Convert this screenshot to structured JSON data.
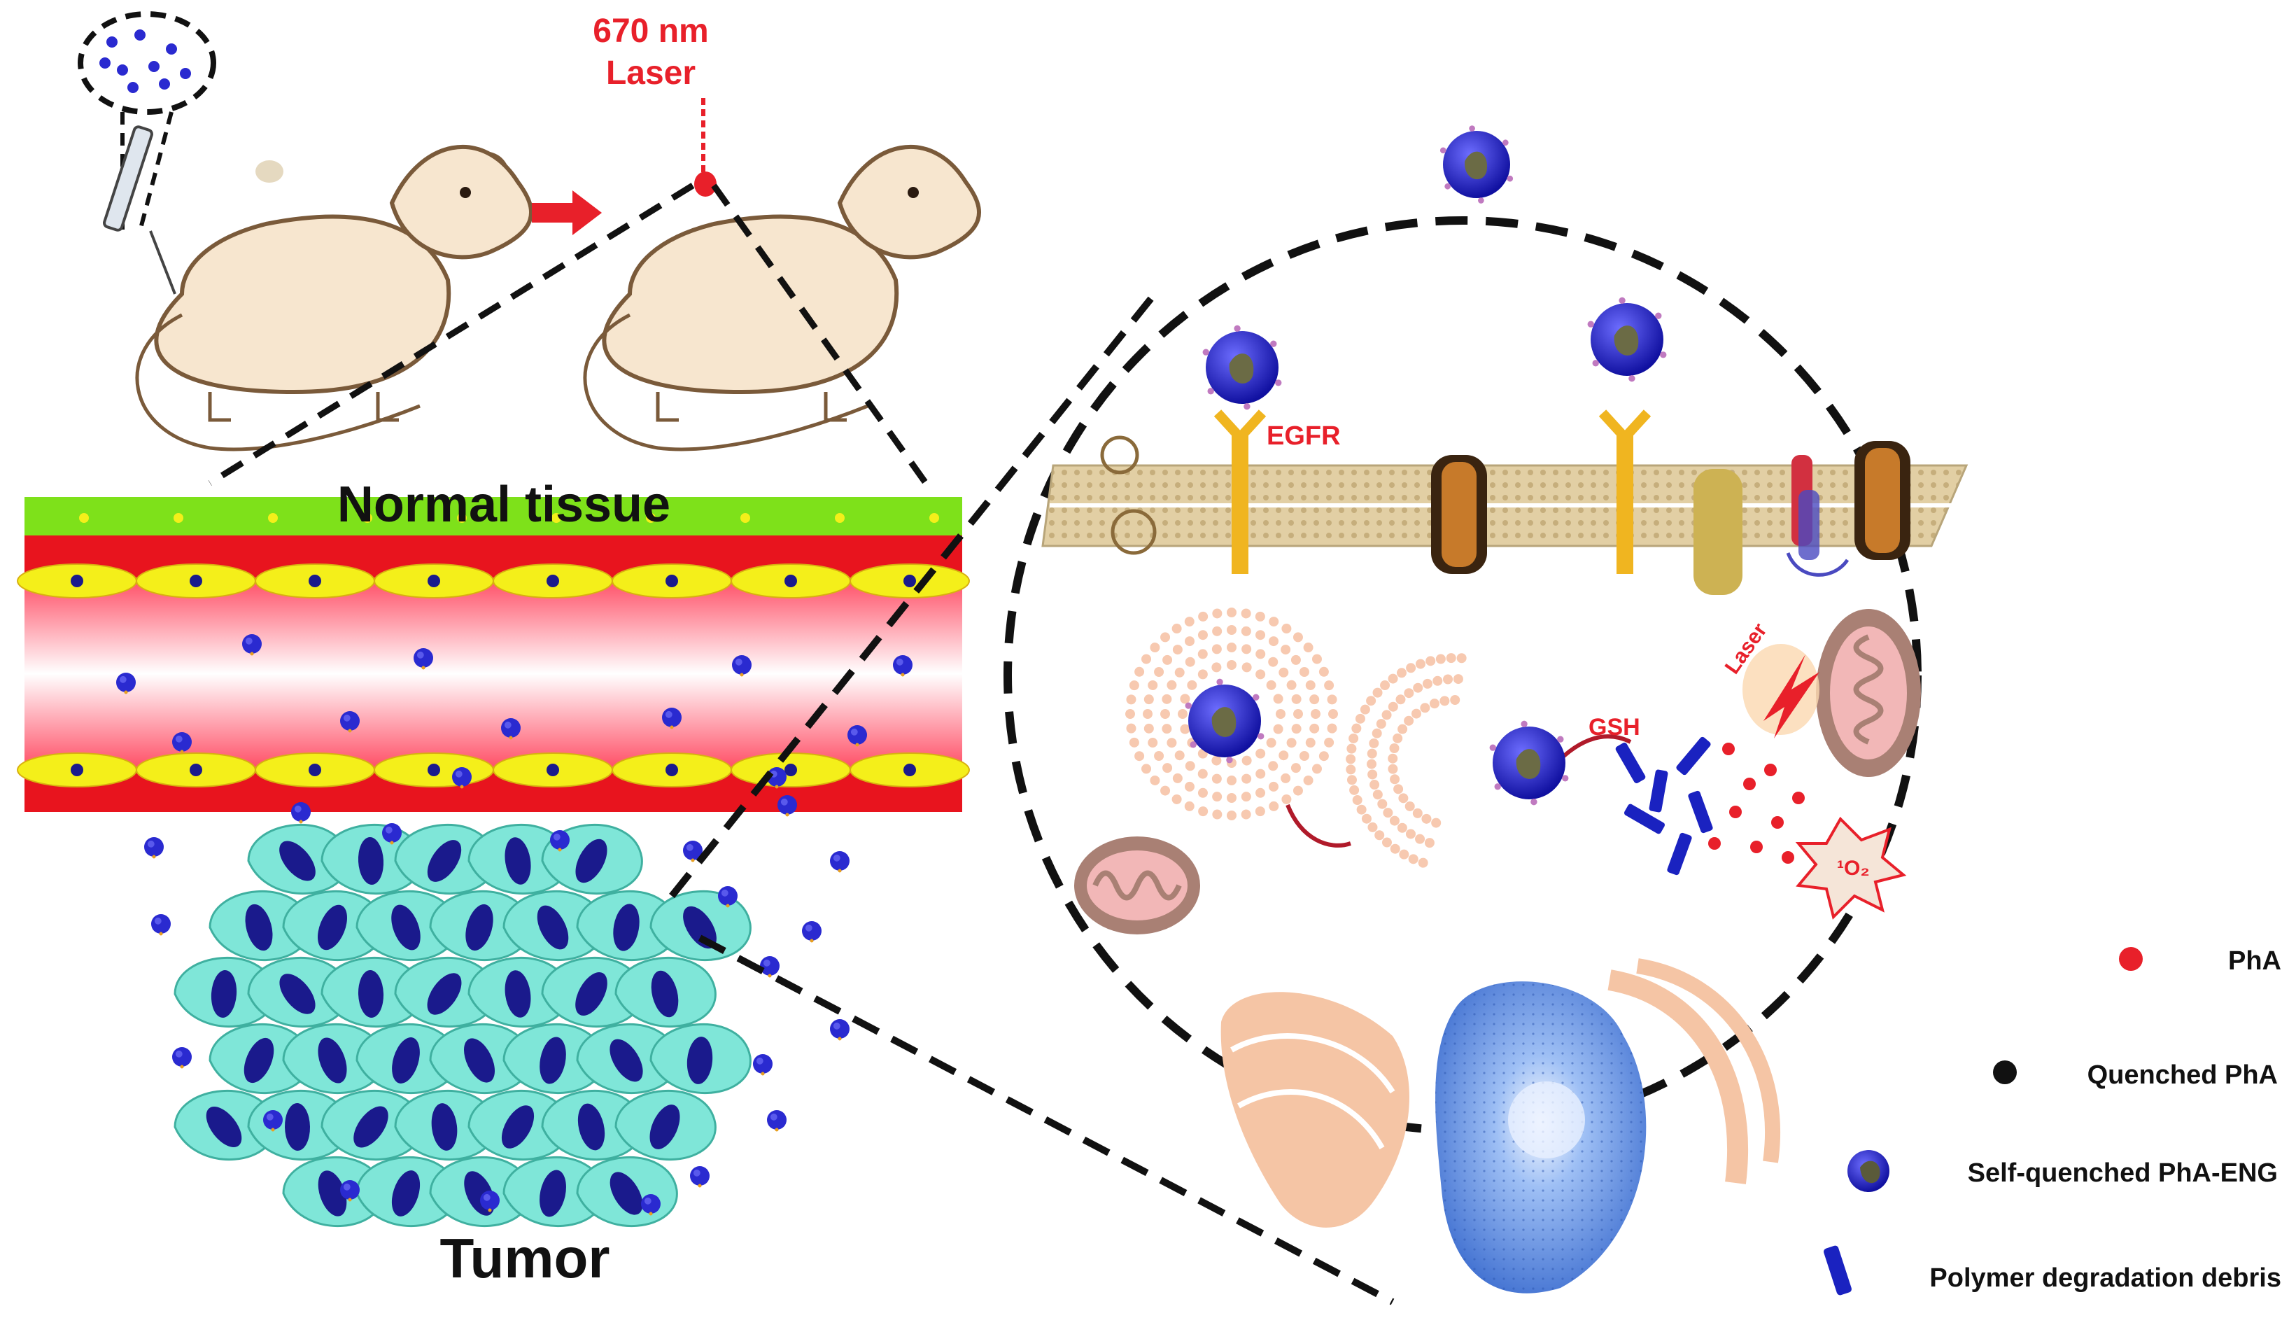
{
  "laser_label": {
    "line1": "670 nm",
    "line2": "Laser"
  },
  "labels": {
    "normal_tissue": "Normal tissue",
    "tumor": "Tumor",
    "egfr": "EGFR",
    "gsh": "GSH",
    "laser": "Laser",
    "singlet_oxygen": "¹O₂"
  },
  "legend": [
    {
      "key": "pha",
      "label": "PhA"
    },
    {
      "key": "quenched",
      "label": "Quenched PhA"
    },
    {
      "key": "self_quenched",
      "label": "Self-quenched PhA-ENG"
    },
    {
      "key": "debris",
      "label": "Polymer degradation debris"
    }
  ],
  "colors": {
    "nanoparticle": "#2a2ad0",
    "pha": "#e8202a",
    "quenched": "#111111",
    "vessel_red": "#e8141e",
    "vessel_yellow": "#f4ef1a",
    "tissue_green": "#7ee11a",
    "tumor_cell": "#7fe6d8",
    "tumor_nucleus": "#1a1a8c",
    "mouse_body": "#f7e6cf",
    "mouse_outline": "#7a5a3a",
    "membrane": "#d9c49a",
    "mitochondria": "#a98074",
    "golgi": "#f5c5a5",
    "nucleus_cell": "#4f86e0",
    "laser_text": "#e8202a",
    "dashed_line": "#111111"
  }
}
